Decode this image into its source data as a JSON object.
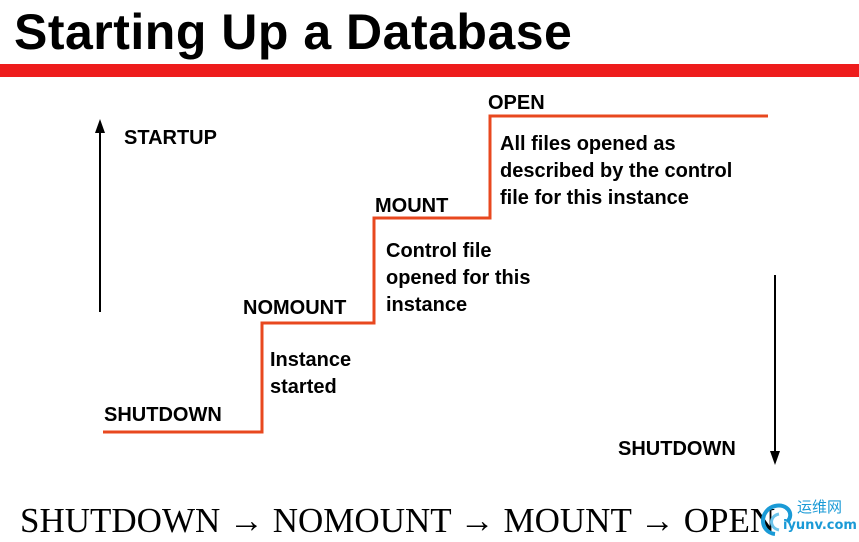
{
  "title": "Starting Up a Database",
  "colors": {
    "accent": "#ee1c1c",
    "step_line": "#e8481f",
    "text": "#000000",
    "logo": "#1a9ad6"
  },
  "diagram": {
    "startup_label": "STARTUP",
    "shutdown_arrow_label": "SHUTDOWN",
    "stages": [
      {
        "name": "SHUTDOWN",
        "description": ""
      },
      {
        "name": "NOMOUNT",
        "description": "Instance\nstarted"
      },
      {
        "name": "MOUNT",
        "description": "Control file\nopened for this\ninstance"
      },
      {
        "name": "OPEN",
        "description": "All files opened as\ndescribed by the control\nfile for this instance"
      }
    ]
  },
  "sequence": "SHUTDOWN → NOMOUNT → MOUNT → OPEN",
  "watermark": {
    "text": "运维网",
    "url_text": "iyunv.com"
  }
}
